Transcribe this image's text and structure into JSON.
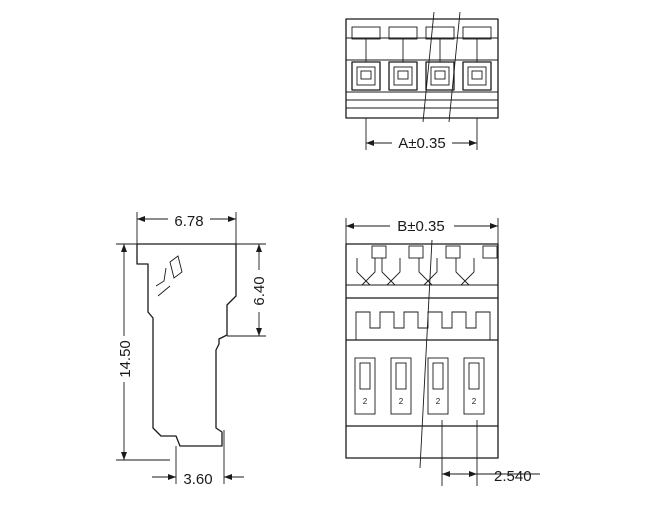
{
  "dimensions": {
    "top_pitch": "A±0.35",
    "front_width": "B±0.35",
    "side_width": "6.78",
    "side_height": "14.50",
    "side_step": "6.40",
    "side_foot": "3.60",
    "pitch": "2.540"
  },
  "pin_marks": [
    "2",
    "2",
    "2",
    "2"
  ]
}
